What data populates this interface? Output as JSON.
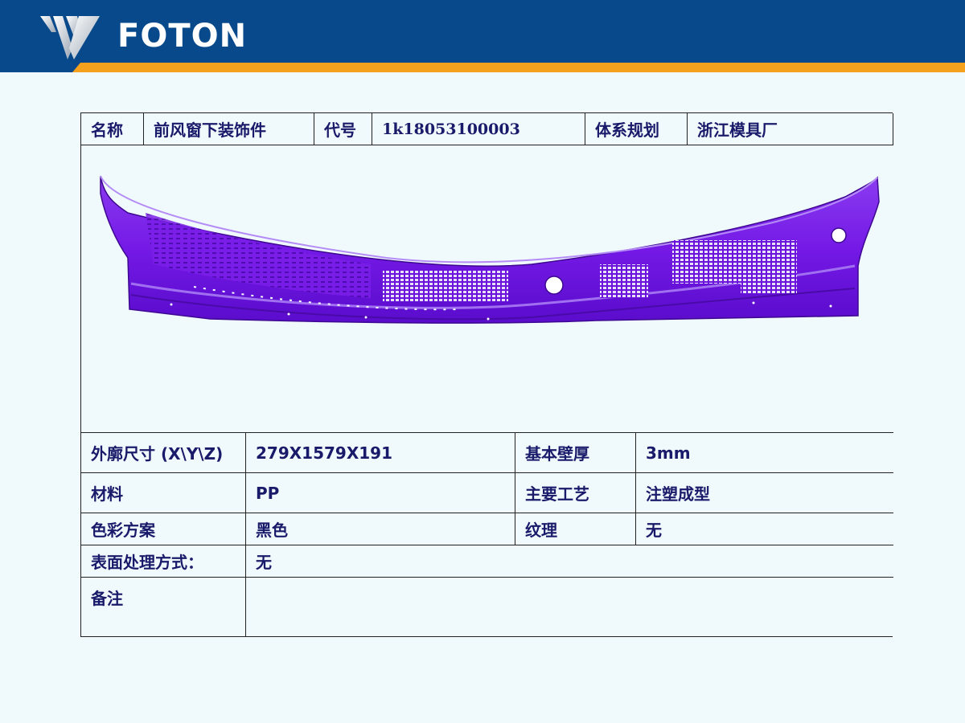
{
  "brand": {
    "name": "FOTON"
  },
  "colors": {
    "header_bg": "#07498b",
    "accent_stripe": "#f5a11e",
    "part_color": "#7a1ee8",
    "text": "#1a1a6a"
  },
  "info": {
    "name_label": "名称",
    "name_value": "前风窗下装饰件",
    "code_label": "代号",
    "code_value": "1k18053100003",
    "system_label": "体系规划",
    "system_value": "浙江模具厂"
  },
  "image": {
    "description_icon": "windshield-cowl-panel-render"
  },
  "specs": {
    "dims_label": "外廓尺寸 (X\\Y\\Z)",
    "dims_value": "279X1579X191",
    "thickness_label": "基本壁厚",
    "thickness_value": "3mm",
    "material_label": "材料",
    "material_value": "PP",
    "process_label": "主要工艺",
    "process_value": "注塑成型",
    "color_label": "色彩方案",
    "color_value": "黑色",
    "texture_label": "纹理",
    "texture_value": "无",
    "surface_label": "表面处理方式：",
    "surface_value": "无",
    "remarks_label": "备注",
    "remarks_value": ""
  }
}
